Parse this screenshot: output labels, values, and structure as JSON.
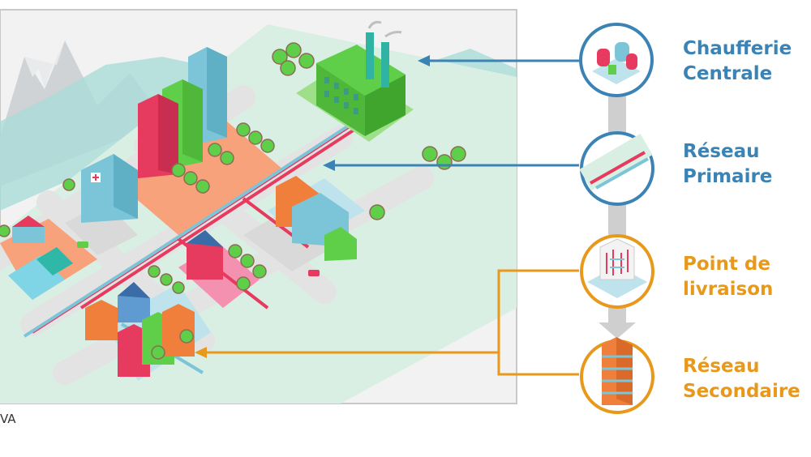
{
  "labels": {
    "chaufferie": {
      "line1": "Chaufferie",
      "line2": "Centrale"
    },
    "primaire": {
      "line1": "Réseau",
      "line2": "Primaire"
    },
    "livraison": {
      "line1": "Point de",
      "line2": "livraison"
    },
    "secondaire": {
      "line1": "Réseau",
      "line2": "Secondaire"
    }
  },
  "caption": "VA",
  "colors": {
    "blue": "#3a83b4",
    "orange": "#e8991c",
    "primary_network": "#e63a5f",
    "secondary_network": "#7cc5d8",
    "ground": "#d9efe3",
    "road": "#e3e3e3"
  }
}
